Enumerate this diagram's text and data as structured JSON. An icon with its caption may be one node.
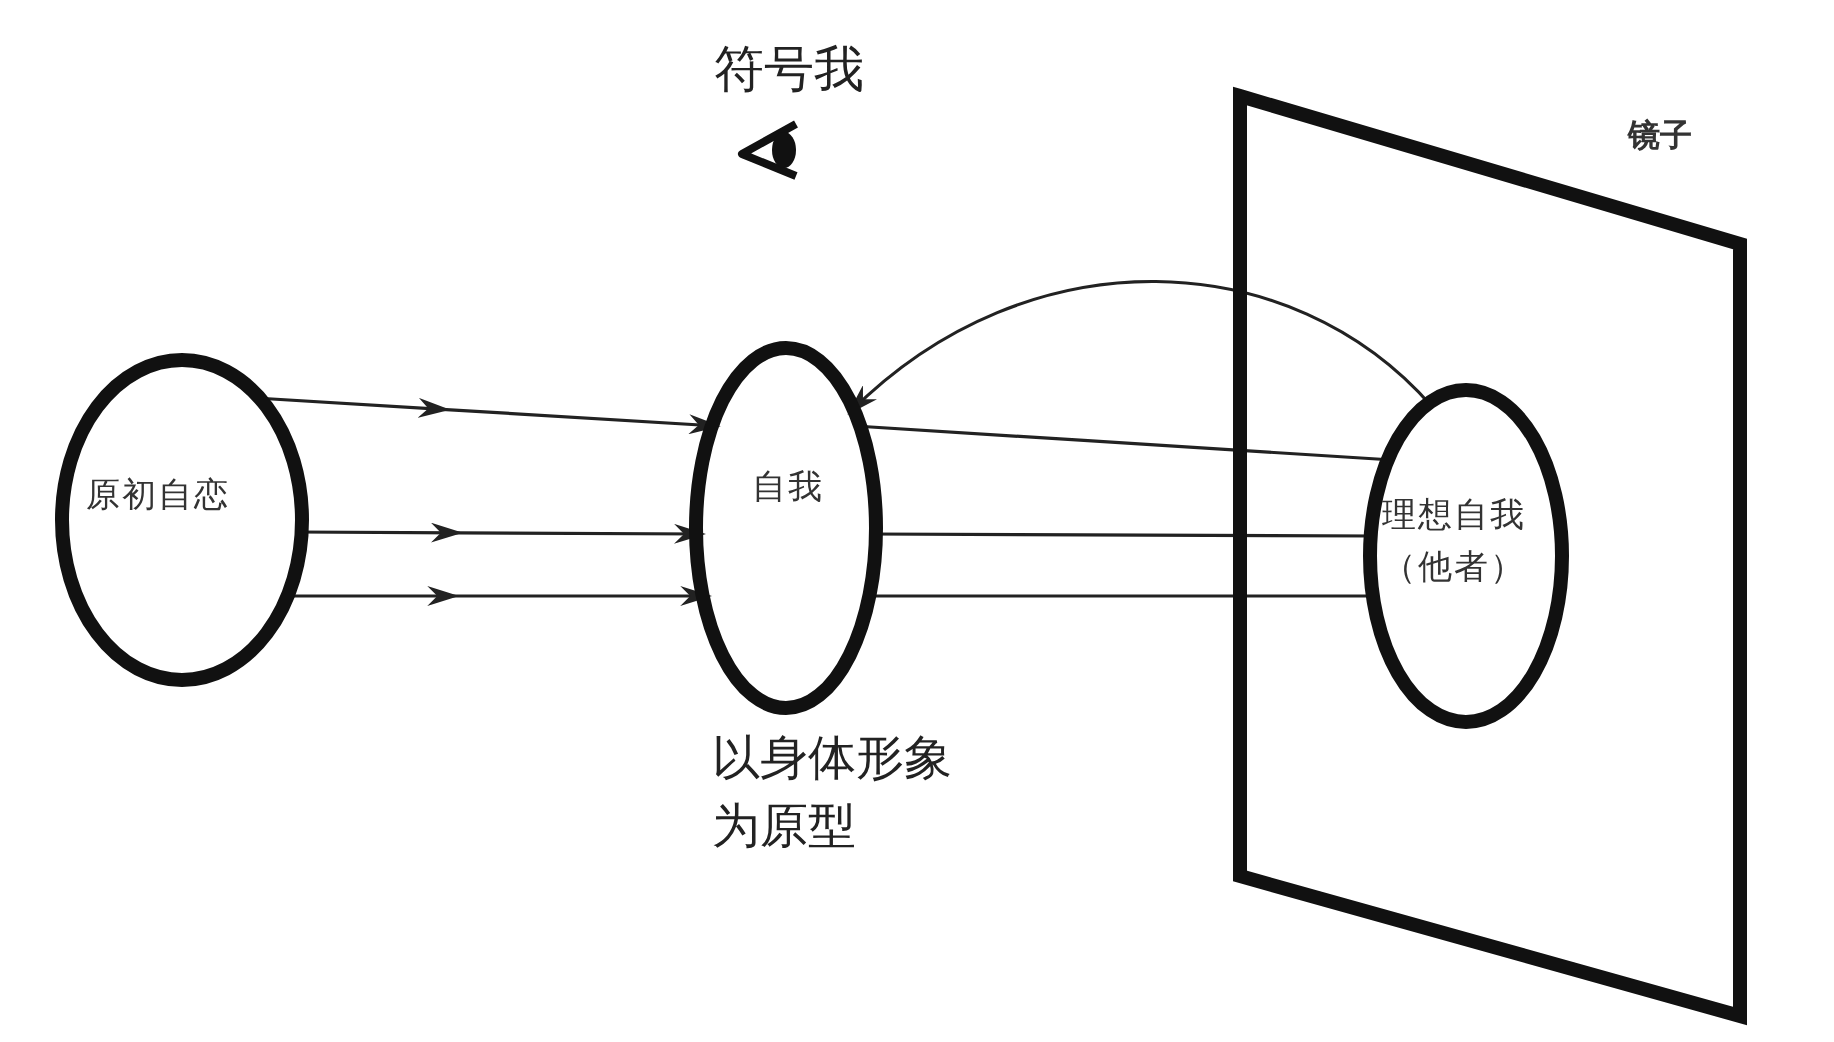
{
  "diagram": {
    "nodes": [
      {
        "text": [
          "原初自恋"
        ]
      },
      {
        "text": [
          "自我"
        ],
        "beside": [
          "以身体形象为原型"
        ]
      },
      {
        "text": [
          "镜子"
        ]
      },
      {
        "text": [
          "理想自我（他者）"
        ],
        "in": 2
      }
    ],
    "edges": [
      {
        "from": 0,
        "to": 1,
        "arrow": "to"
      },
      {
        "from": 0,
        "to": 1,
        "arrow": "to"
      },
      {
        "from": 0,
        "to": 1,
        "arrow": "to"
      },
      {
        "from": 1,
        "to": 3,
        "arrow": "none"
      },
      {
        "from": 1,
        "to": 3,
        "arrow": "none"
      },
      {
        "from": 1,
        "to": 3,
        "arrow": "none"
      },
      {
        "from": 3,
        "to": 1,
        "arrow": "to"
      }
    ],
    "labels": [
      "符号我"
    ]
  }
}
